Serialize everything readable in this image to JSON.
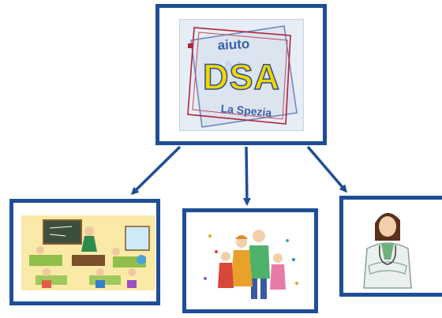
{
  "root_node": {
    "logo": {
      "word_top": "aiuto",
      "word_main": "DSA",
      "word_bottom": "La Spezia"
    }
  },
  "child_nodes": [
    {
      "image": "classroom-illustration"
    },
    {
      "image": "family-illustration"
    },
    {
      "image": "doctor-illustration"
    }
  ],
  "colors": {
    "border": "#1f4e96",
    "arrow": "#1f4e96",
    "logo_yellow": "#f2d800",
    "logo_blue": "#3b5fa6",
    "logo_red_frame": "#b0243a"
  }
}
